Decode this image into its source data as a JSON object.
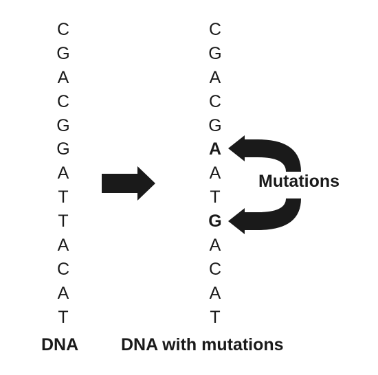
{
  "dna": {
    "caption": "DNA",
    "bases": [
      "C",
      "G",
      "A",
      "C",
      "G",
      "G",
      "A",
      "T",
      "T",
      "A",
      "C",
      "A",
      "T"
    ]
  },
  "mutated_dna": {
    "caption": "DNA with mutations",
    "bases": [
      "C",
      "G",
      "A",
      "C",
      "G",
      "A",
      "A",
      "T",
      "G",
      "A",
      "C",
      "A",
      "T"
    ],
    "mutated_positions": [
      5,
      8
    ]
  },
  "mutation_label": "Mutations",
  "colors": {
    "ink": "#1a1a1a",
    "background": "#ffffff"
  },
  "icons": {
    "transform_arrow": "right-arrow-icon",
    "mutation_arrows": "curved-arrow-icon"
  }
}
